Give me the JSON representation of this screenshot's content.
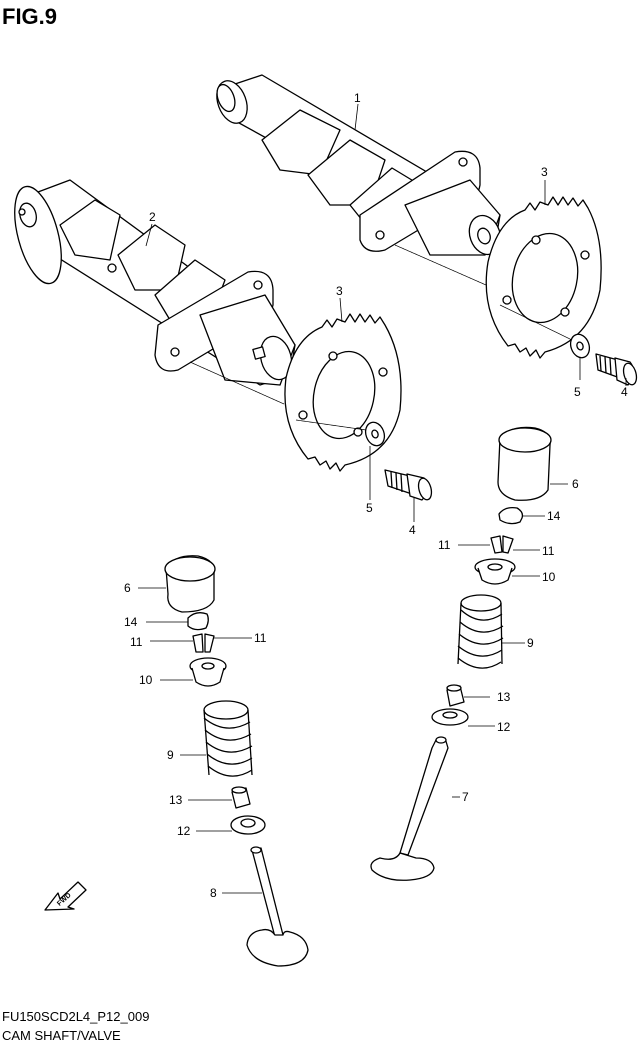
{
  "figure": {
    "title": "FIG.9",
    "code": "FU150SCD2L4_P12_009",
    "name": "CAM SHAFT/VALVE",
    "fwd_label": "FWD"
  },
  "callouts": {
    "n1": "1",
    "n2": "2",
    "n3": "3",
    "n4": "4",
    "n5": "5",
    "n6": "6",
    "n7": "7",
    "n8": "8",
    "n9": "9",
    "n10": "10",
    "n11": "11",
    "n12": "12",
    "n13": "13",
    "n14": "14"
  },
  "colors": {
    "stroke": "#000000",
    "fill": "#ffffff"
  }
}
